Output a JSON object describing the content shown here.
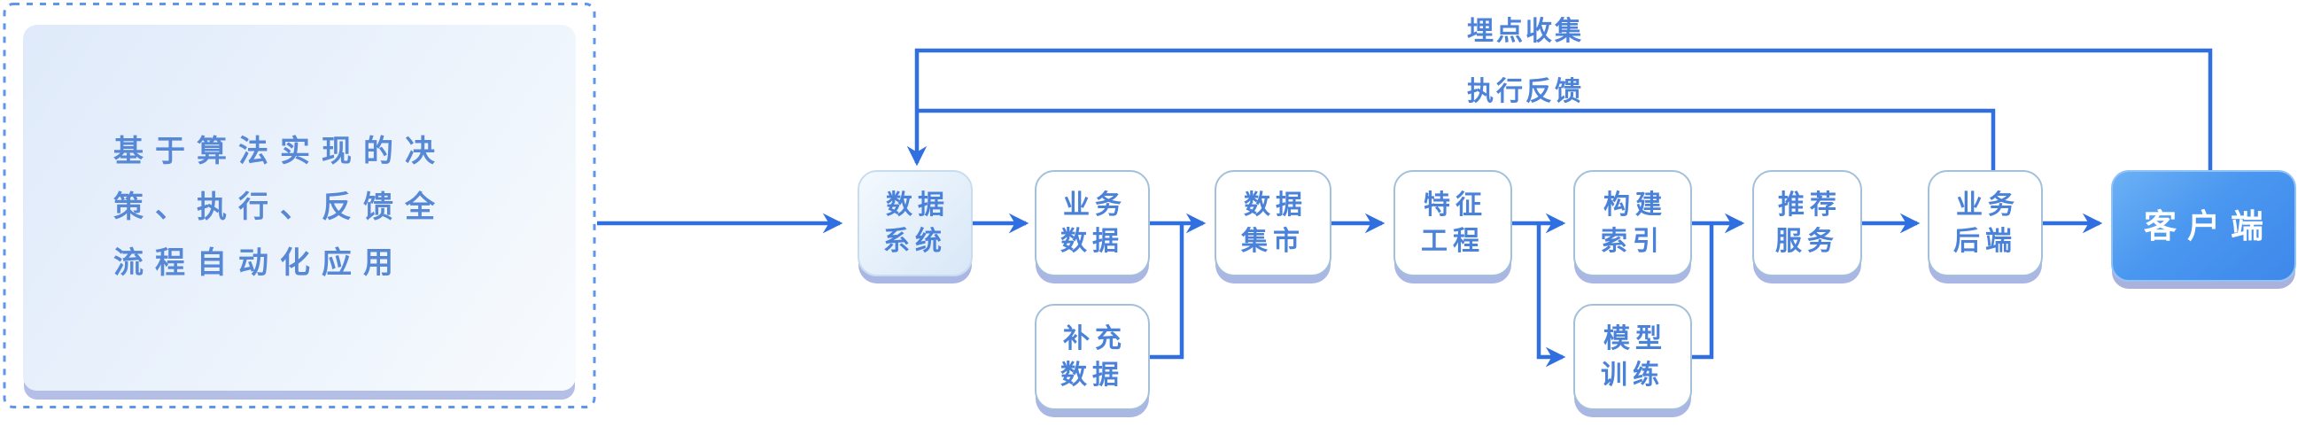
{
  "intro_card": {
    "text": "基于算法实现的决\n策、执行、反馈全\n流程自动化应用",
    "text_color": "#5688d6"
  },
  "flow": {
    "nodes": [
      {
        "id": "data-system",
        "label": "数据\n系统"
      },
      {
        "id": "business-data",
        "label": "业务\n数据"
      },
      {
        "id": "supplement-data",
        "label": "补充\n数据"
      },
      {
        "id": "data-mart",
        "label": "数据\n集市"
      },
      {
        "id": "feature-engineering",
        "label": "特征\n工程"
      },
      {
        "id": "build-index",
        "label": "构建\n索引"
      },
      {
        "id": "model-training",
        "label": "模型\n训练"
      },
      {
        "id": "recommend-service",
        "label": "推荐\n服务"
      },
      {
        "id": "business-backend",
        "label": "业务\n后端"
      },
      {
        "id": "client",
        "label": "客户端"
      }
    ],
    "edges": [
      {
        "from": "intro-card",
        "to": "data-system"
      },
      {
        "from": "data-system",
        "to": "business-data"
      },
      {
        "from": "business-data",
        "to": "data-mart"
      },
      {
        "from": "supplement-data",
        "to": "data-mart"
      },
      {
        "from": "data-mart",
        "to": "feature-engineering"
      },
      {
        "from": "feature-engineering",
        "to": "build-index"
      },
      {
        "from": "feature-engineering",
        "to": "model-training"
      },
      {
        "from": "build-index",
        "to": "recommend-service"
      },
      {
        "from": "model-training",
        "to": "recommend-service"
      },
      {
        "from": "recommend-service",
        "to": "business-backend"
      },
      {
        "from": "business-backend",
        "to": "client"
      },
      {
        "from": "client",
        "to": "data-system",
        "label": "埋点收集"
      },
      {
        "from": "business-backend",
        "to": "data-system",
        "label": "执行反馈"
      }
    ],
    "edge_labels": {
      "tracking": "埋点收集",
      "feedback": "执行反馈"
    }
  },
  "colors": {
    "connector": "#2f6fe0",
    "dashed_border": "#5f95ea",
    "node_text": "#4b82d9",
    "node_border": "#a2c0d9",
    "node_shadow": "#aab6e3",
    "client_gradient_start": "#6cb1f5",
    "client_gradient_end": "#3e88ea",
    "client_text": "#ffffff",
    "card_gradient_start": "#dfeafa",
    "card_gradient_end": "#f8fbfe"
  }
}
